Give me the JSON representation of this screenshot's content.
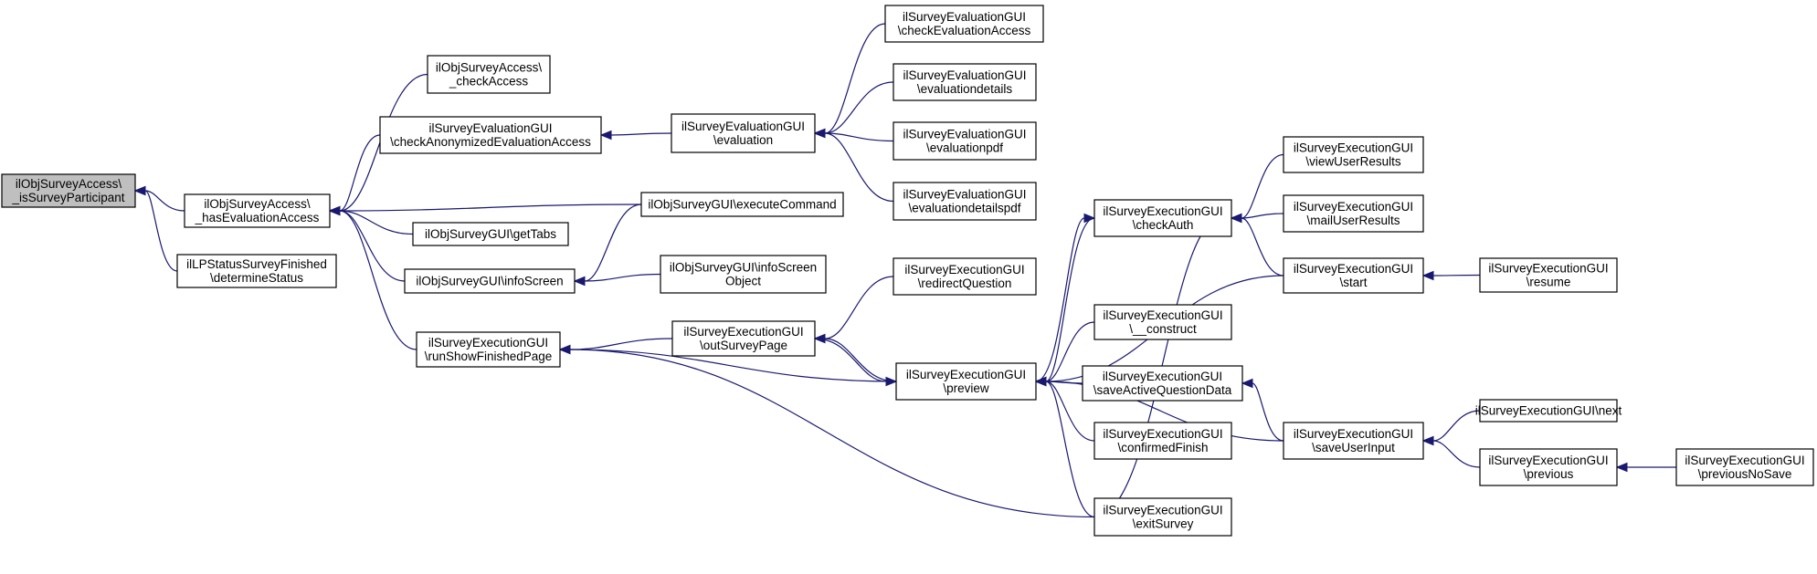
{
  "colors": {
    "edge": "#191970",
    "node_fill": "#ffffff",
    "highlight_fill": "#bfbfbf",
    "border": "#000000"
  },
  "nodes": [
    {
      "id": "n0",
      "lines": [
        "ilObjSurveyAccess\\",
        "_isSurveyParticipant"
      ],
      "highlight": true
    },
    {
      "id": "n1",
      "lines": [
        "ilObjSurveyAccess\\",
        "_hasEvaluationAccess"
      ]
    },
    {
      "id": "n2",
      "lines": [
        "ilLPStatusSurveyFinished",
        "\\determineStatus"
      ]
    },
    {
      "id": "n3",
      "lines": [
        "ilObjSurveyAccess\\",
        "_checkAccess"
      ]
    },
    {
      "id": "n4",
      "lines": [
        "ilSurveyEvaluationGUI",
        "\\checkAnonymizedEvaluationAccess"
      ]
    },
    {
      "id": "n5",
      "lines": [
        "ilObjSurveyGUI\\getTabs"
      ]
    },
    {
      "id": "n6",
      "lines": [
        "ilObjSurveyGUI\\infoScreen"
      ]
    },
    {
      "id": "n7",
      "lines": [
        "ilSurveyExecutionGUI",
        "\\runShowFinishedPage"
      ]
    },
    {
      "id": "n8",
      "lines": [
        "ilSurveyEvaluationGUI",
        "\\evaluation"
      ]
    },
    {
      "id": "n9",
      "lines": [
        "ilObjSurveyGUI\\executeCommand"
      ]
    },
    {
      "id": "n10",
      "lines": [
        "ilObjSurveyGUI\\infoScreen",
        "Object"
      ]
    },
    {
      "id": "n11",
      "lines": [
        "ilSurveyExecutionGUI",
        "\\outSurveyPage"
      ]
    },
    {
      "id": "n12",
      "lines": [
        "ilSurveyEvaluationGUI",
        "\\checkEvaluationAccess"
      ]
    },
    {
      "id": "n13",
      "lines": [
        "ilSurveyEvaluationGUI",
        "\\evaluationdetails"
      ]
    },
    {
      "id": "n14",
      "lines": [
        "ilSurveyEvaluationGUI",
        "\\evaluationpdf"
      ]
    },
    {
      "id": "n15",
      "lines": [
        "ilSurveyEvaluationGUI",
        "\\evaluationdetailspdf"
      ]
    },
    {
      "id": "n16",
      "lines": [
        "ilSurveyExecutionGUI",
        "\\redirectQuestion"
      ]
    },
    {
      "id": "n17",
      "lines": [
        "ilSurveyExecutionGUI",
        "\\preview"
      ]
    },
    {
      "id": "n18",
      "lines": [
        "ilSurveyExecutionGUI",
        "\\checkAuth"
      ]
    },
    {
      "id": "n19",
      "lines": [
        "ilSurveyExecutionGUI",
        "\\__construct"
      ]
    },
    {
      "id": "n20",
      "lines": [
        "ilSurveyExecutionGUI",
        "\\saveActiveQuestionData"
      ]
    },
    {
      "id": "n21",
      "lines": [
        "ilSurveyExecutionGUI",
        "\\confirmedFinish"
      ]
    },
    {
      "id": "n22",
      "lines": [
        "ilSurveyExecutionGUI",
        "\\exitSurvey"
      ]
    },
    {
      "id": "n23",
      "lines": [
        "ilSurveyExecutionGUI",
        "\\viewUserResults"
      ]
    },
    {
      "id": "n24",
      "lines": [
        "ilSurveyExecutionGUI",
        "\\mailUserResults"
      ]
    },
    {
      "id": "n25",
      "lines": [
        "ilSurveyExecutionGUI",
        "\\start"
      ]
    },
    {
      "id": "n26",
      "lines": [
        "ilSurveyExecutionGUI",
        "\\saveUserInput"
      ]
    },
    {
      "id": "n27",
      "lines": [
        "ilSurveyExecutionGUI",
        "\\resume"
      ]
    },
    {
      "id": "n28",
      "lines": [
        "ilSurveyExecutionGUI\\next"
      ]
    },
    {
      "id": "n29",
      "lines": [
        "ilSurveyExecutionGUI",
        "\\previous"
      ]
    },
    {
      "id": "n30",
      "lines": [
        "ilSurveyExecutionGUI",
        "\\previousNoSave"
      ]
    }
  ],
  "edges": [
    {
      "from": "n1",
      "to": "n0"
    },
    {
      "from": "n2",
      "to": "n0"
    },
    {
      "from": "n3",
      "to": "n1"
    },
    {
      "from": "n4",
      "to": "n1"
    },
    {
      "from": "n9",
      "to": "n1"
    },
    {
      "from": "n5",
      "to": "n1"
    },
    {
      "from": "n6",
      "to": "n1"
    },
    {
      "from": "n7",
      "to": "n1"
    },
    {
      "from": "n8",
      "to": "n4"
    },
    {
      "from": "n12",
      "to": "n8"
    },
    {
      "from": "n13",
      "to": "n8"
    },
    {
      "from": "n14",
      "to": "n8"
    },
    {
      "from": "n15",
      "to": "n8"
    },
    {
      "from": "n9",
      "to": "n6"
    },
    {
      "from": "n10",
      "to": "n6"
    },
    {
      "from": "n11",
      "to": "n7"
    },
    {
      "from": "n17",
      "to": "n7"
    },
    {
      "from": "n22",
      "to": "n7"
    },
    {
      "from": "n16",
      "to": "n11"
    },
    {
      "from": "n17",
      "to": "n11"
    },
    {
      "from": "n11",
      "to": "n17"
    },
    {
      "from": "n18",
      "to": "n17"
    },
    {
      "from": "n25",
      "to": "n17"
    },
    {
      "from": "n19",
      "to": "n17"
    },
    {
      "from": "n20",
      "to": "n17"
    },
    {
      "from": "n21",
      "to": "n17"
    },
    {
      "from": "n26",
      "to": "n17"
    },
    {
      "from": "n22",
      "to": "n17"
    },
    {
      "from": "n17",
      "to": "n18"
    },
    {
      "from": "n22",
      "to": "n18"
    },
    {
      "from": "n23",
      "to": "n18"
    },
    {
      "from": "n24",
      "to": "n18"
    },
    {
      "from": "n25",
      "to": "n18"
    },
    {
      "from": "n27",
      "to": "n25"
    },
    {
      "from": "n26",
      "to": "n20"
    },
    {
      "from": "n28",
      "to": "n26"
    },
    {
      "from": "n29",
      "to": "n26"
    },
    {
      "from": "n30",
      "to": "n29"
    }
  ]
}
